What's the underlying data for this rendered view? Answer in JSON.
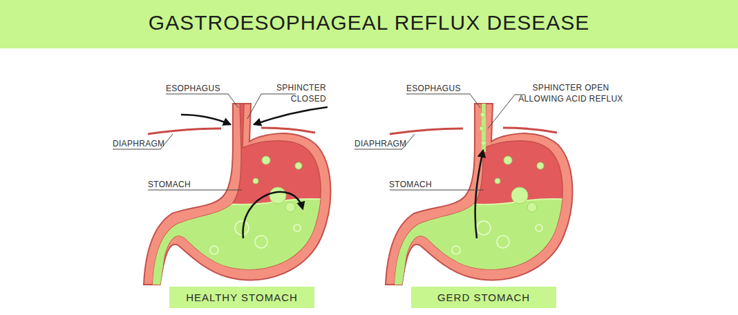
{
  "diagram": {
    "title": "GASTROESOPHAGEAL REFLUX DESEASE",
    "nodes": [
      {
        "text": [
          "HEALTHY STOMACH"
        ]
      },
      {
        "text": [
          "GERD STOMACH"
        ]
      }
    ],
    "labels": [
      "ESOPHAGUS",
      "SPHINCTER CLOSED",
      "DIAPHRAGM",
      "STOMACH",
      "ESOPHAGUS",
      "SPHINCTER OPEN ALLOWING ACID REFLUX",
      "DIAPHRAGM",
      "STOMACH"
    ]
  }
}
